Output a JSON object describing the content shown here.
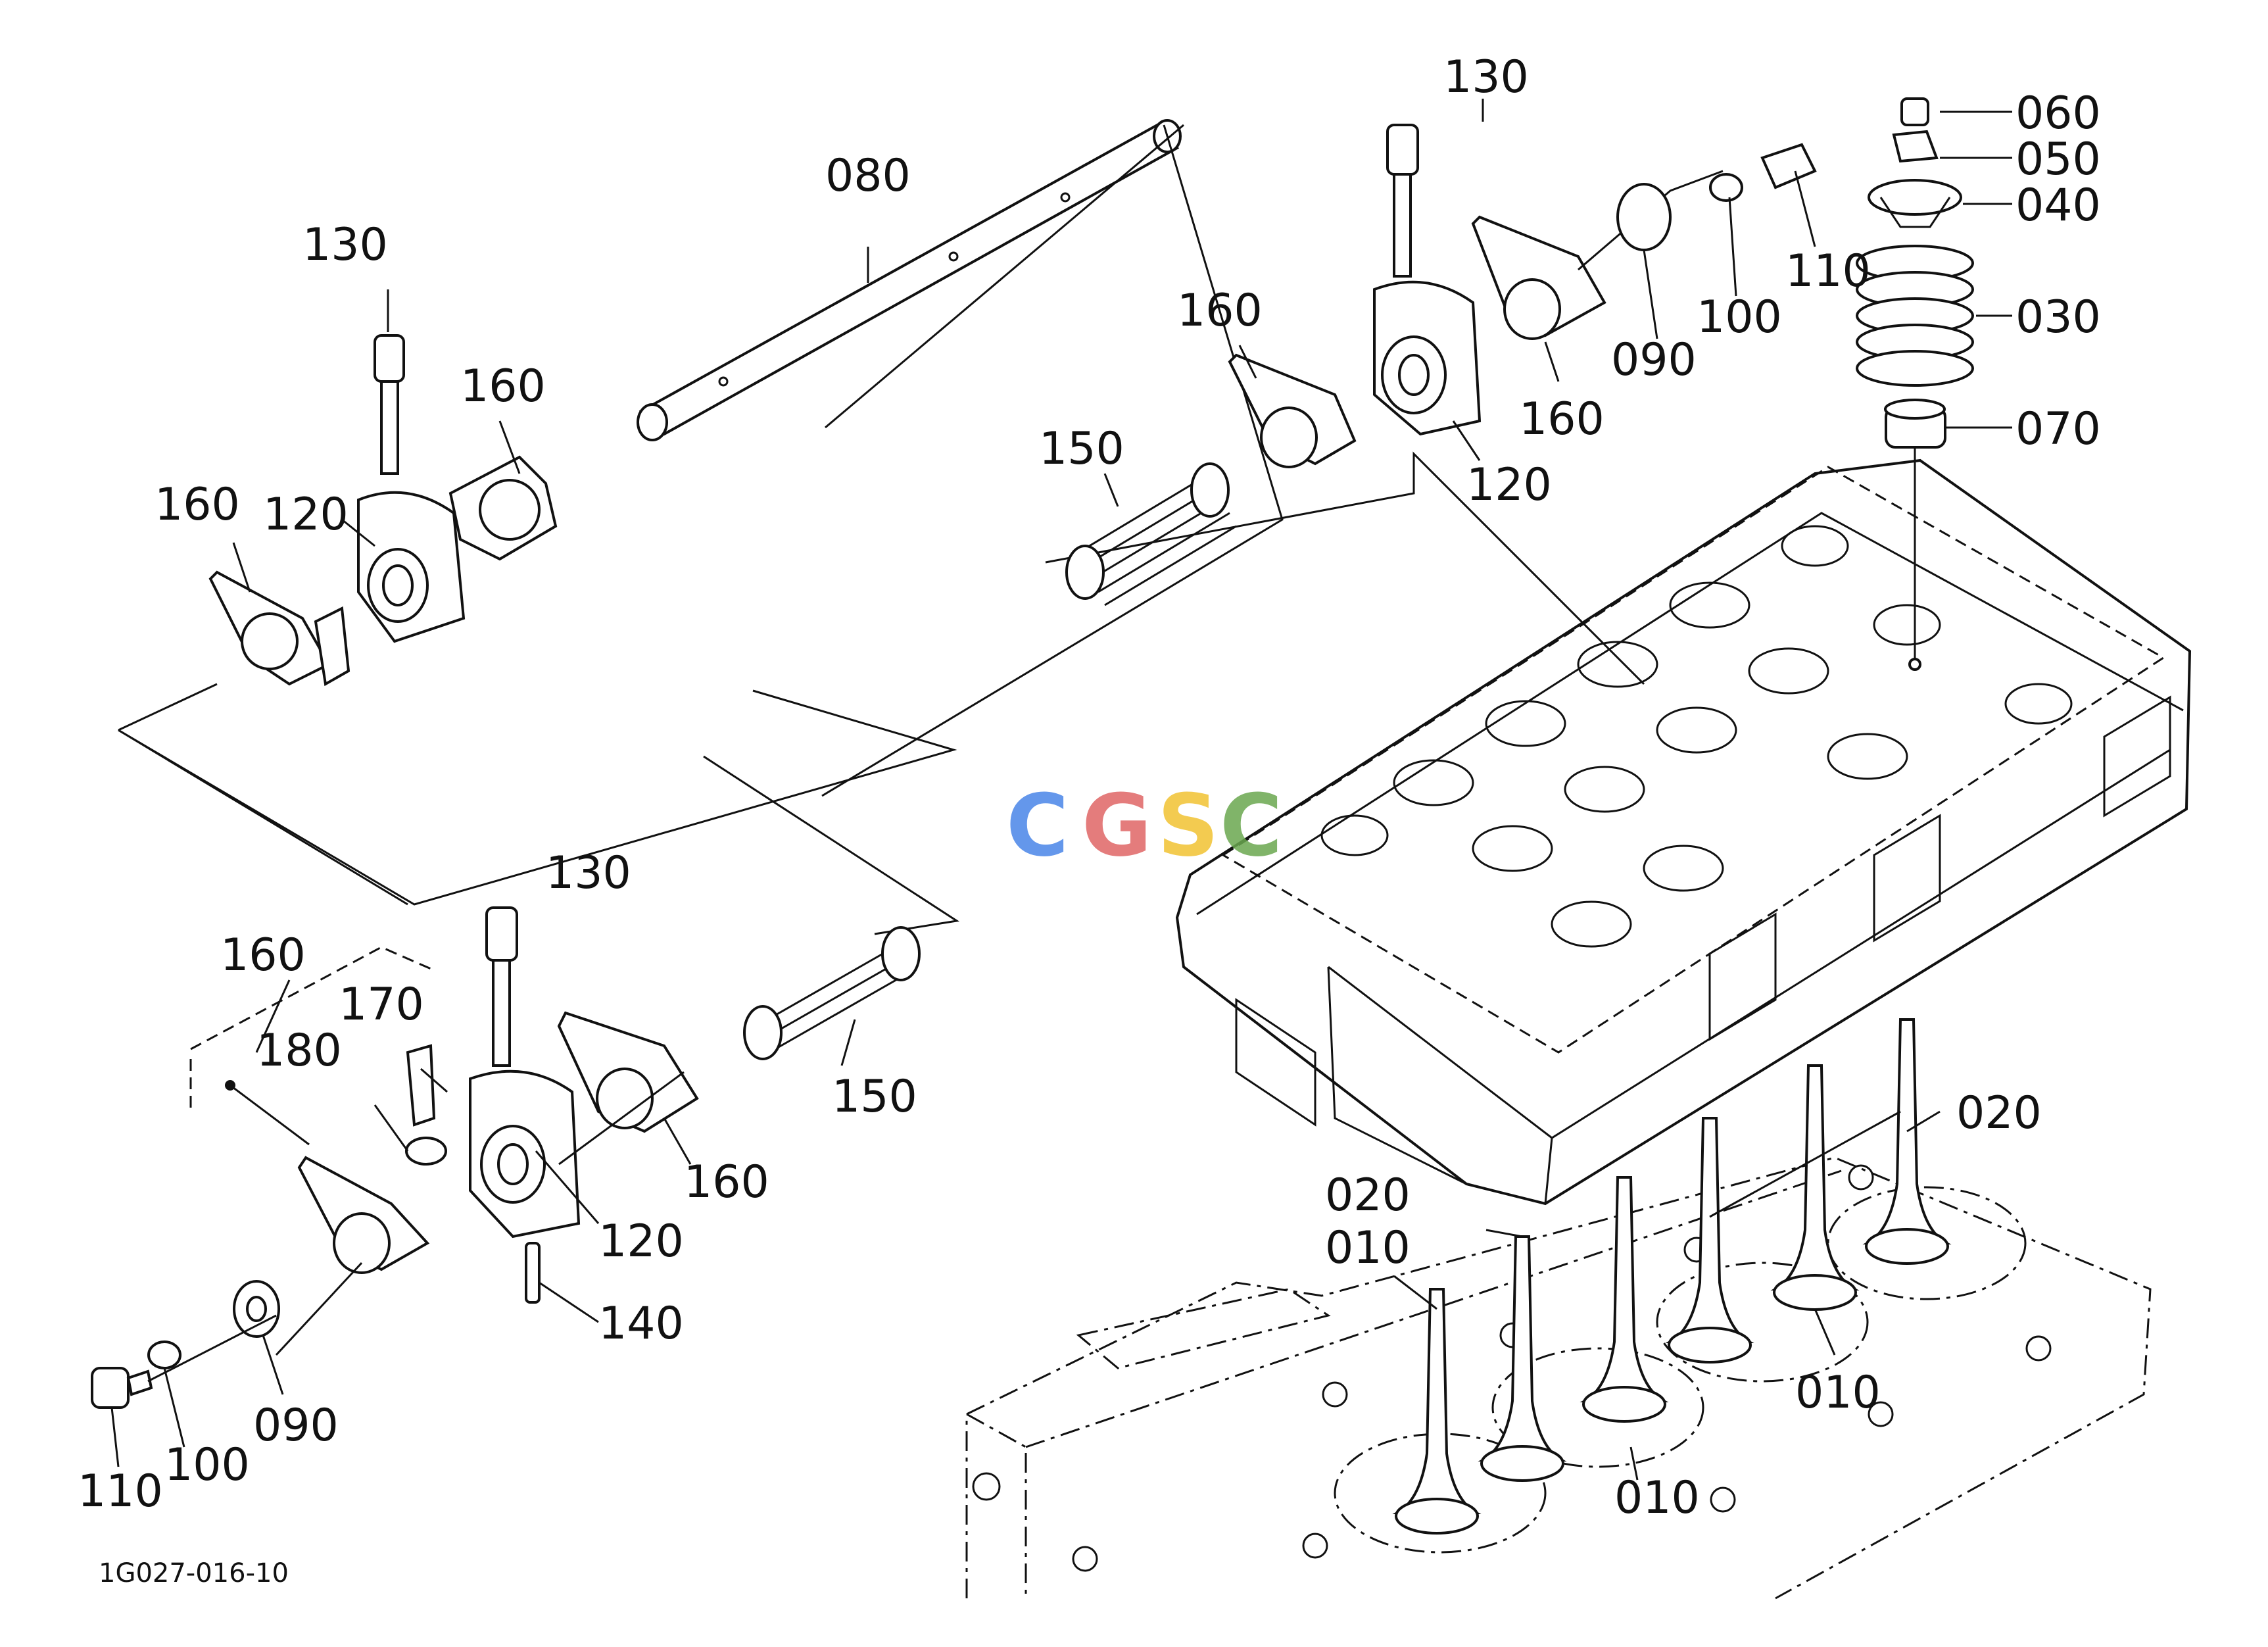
{
  "callouts": [
    {
      "id": "c080a",
      "text": "080"
    },
    {
      "id": "c130a",
      "text": "130"
    },
    {
      "id": "c160a",
      "text": "160"
    },
    {
      "id": "c160b",
      "text": "160"
    },
    {
      "id": "c120a",
      "text": "120"
    },
    {
      "id": "c130b",
      "text": "130"
    },
    {
      "id": "c160c",
      "text": "160"
    },
    {
      "id": "c150a",
      "text": "150"
    },
    {
      "id": "c120b",
      "text": "120"
    },
    {
      "id": "c160d",
      "text": "160"
    },
    {
      "id": "c090a",
      "text": "090"
    },
    {
      "id": "c100a",
      "text": "100"
    },
    {
      "id": "c110a",
      "text": "110"
    },
    {
      "id": "c060",
      "text": "060"
    },
    {
      "id": "c050",
      "text": "050"
    },
    {
      "id": "c040",
      "text": "040"
    },
    {
      "id": "c030",
      "text": "030"
    },
    {
      "id": "c070",
      "text": "070"
    },
    {
      "id": "c160e",
      "text": "160"
    },
    {
      "id": "c170",
      "text": "170"
    },
    {
      "id": "c180",
      "text": "180"
    },
    {
      "id": "c130c",
      "text": "130"
    },
    {
      "id": "c150b",
      "text": "150"
    },
    {
      "id": "c160f",
      "text": "160"
    },
    {
      "id": "c120c",
      "text": "120"
    },
    {
      "id": "c140",
      "text": "140"
    },
    {
      "id": "c090b",
      "text": "090"
    },
    {
      "id": "c100b",
      "text": "100"
    },
    {
      "id": "c110b",
      "text": "110"
    },
    {
      "id": "c020a",
      "text": "020"
    },
    {
      "id": "c020b",
      "text": "020"
    },
    {
      "id": "c010a",
      "text": "010"
    },
    {
      "id": "c010b",
      "text": "010"
    },
    {
      "id": "c010c",
      "text": "010"
    }
  ],
  "diagram_code": "1G027-016-10",
  "watermark": {
    "letters": [
      "C",
      "G",
      "S",
      "C"
    ],
    "colors": [
      "#4a86e8",
      "#e06666",
      "#f1c232",
      "#6aa84f"
    ]
  }
}
